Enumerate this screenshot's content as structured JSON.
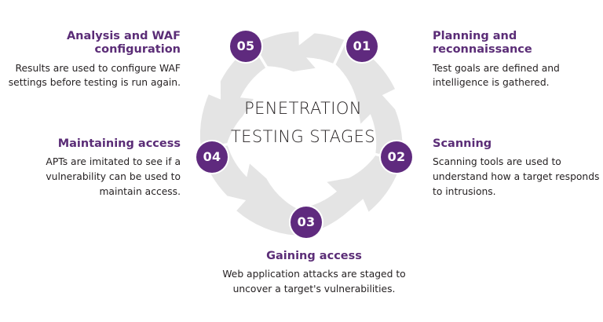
{
  "diagram": {
    "center_title": "PENETRATION\nTESTING STAGES",
    "colors": {
      "accent_purple": "#5f2a7e",
      "heading_purple": "#5b2d77",
      "ring_grey": "#e4e4e4",
      "body_text": "#231f20",
      "background": "#ffffff"
    },
    "nodes": [
      {
        "number": "01",
        "stage": "planning-and-reconnaissance"
      },
      {
        "number": "02",
        "stage": "scanning"
      },
      {
        "number": "03",
        "stage": "gaining-access"
      },
      {
        "number": "04",
        "stage": "maintaining-access"
      },
      {
        "number": "05",
        "stage": "analysis-and-waf-configuration"
      }
    ],
    "callouts": [
      {
        "id": "analysis",
        "title": "Analysis and WAF configuration",
        "body": "Results are used to configure WAF settings before testing is run again."
      },
      {
        "id": "planning",
        "title": "Planning and reconnaissance",
        "body": "Test goals are defined and intelligence is gathered."
      },
      {
        "id": "scanning",
        "title": "Scanning",
        "body": "Scanning tools are used to understand how a target responds to intrusions."
      },
      {
        "id": "maintaining",
        "title": "Maintaining access",
        "body": "APTs are imitated to see if a vulnerability can be used to maintain access."
      },
      {
        "id": "gaining",
        "title": "Gaining access",
        "body": "Web application attacks are staged to uncover a target's vulnerabilities."
      }
    ]
  }
}
